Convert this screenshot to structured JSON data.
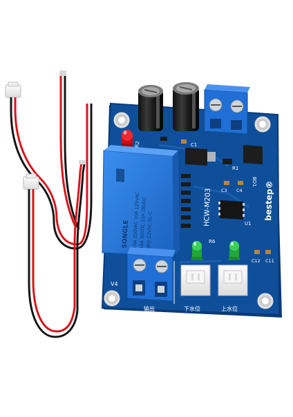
{
  "board": {
    "brand": "bestep®",
    "model": "HCW-M203",
    "relay": {
      "brand": "SONGLE",
      "ratings": [
        "10A 250VAC  10A 125VAC",
        "10A 30VDC  10A 28VDC",
        "SRD-12VDC-SL-C"
      ]
    },
    "labels": {
      "output": "输出",
      "low_water": "下水位",
      "high_water": "上水位",
      "v4": "V4",
      "r2": "R2",
      "c1": "C1",
      "r1": "R1",
      "bd1": "BD1",
      "r6": "R6",
      "u1": "U1",
      "c3": "C3",
      "c4": "C4",
      "c12": "C12",
      "c11": "C11"
    }
  },
  "colors": {
    "pcb": "#0f4f9a",
    "pcb_dark": "#0a3a78",
    "terminal": "#1f6fd6",
    "relay": "#2a7fe0",
    "wire_red": "#d9141b",
    "wire_black": "#151515"
  }
}
